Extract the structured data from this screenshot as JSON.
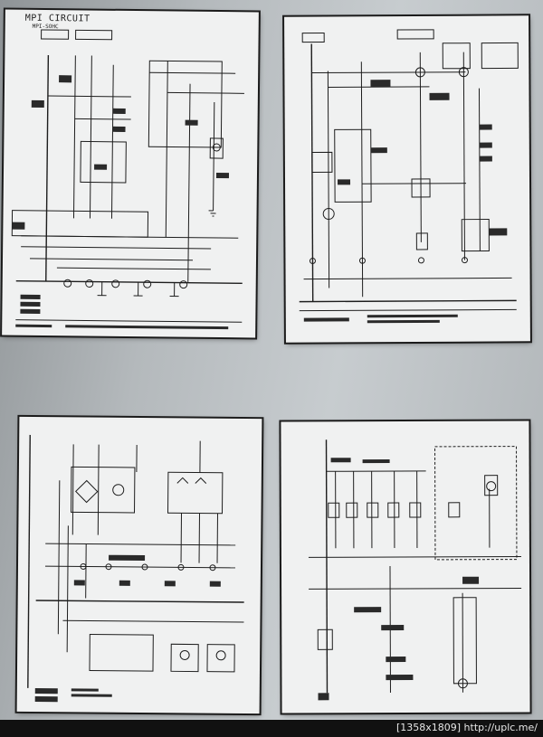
{
  "sheets": {
    "top_left": {
      "title": "MPI CIRCUIT",
      "subtitle": "MPI-SOHC"
    }
  },
  "watermark": {
    "text": "[1358x1809] http://uplc.me/"
  },
  "colors": {
    "paper": "#f0f1f1",
    "ink": "#1d1d1d",
    "wall": "#b4b9bc",
    "frame": "#1b1b1b"
  }
}
